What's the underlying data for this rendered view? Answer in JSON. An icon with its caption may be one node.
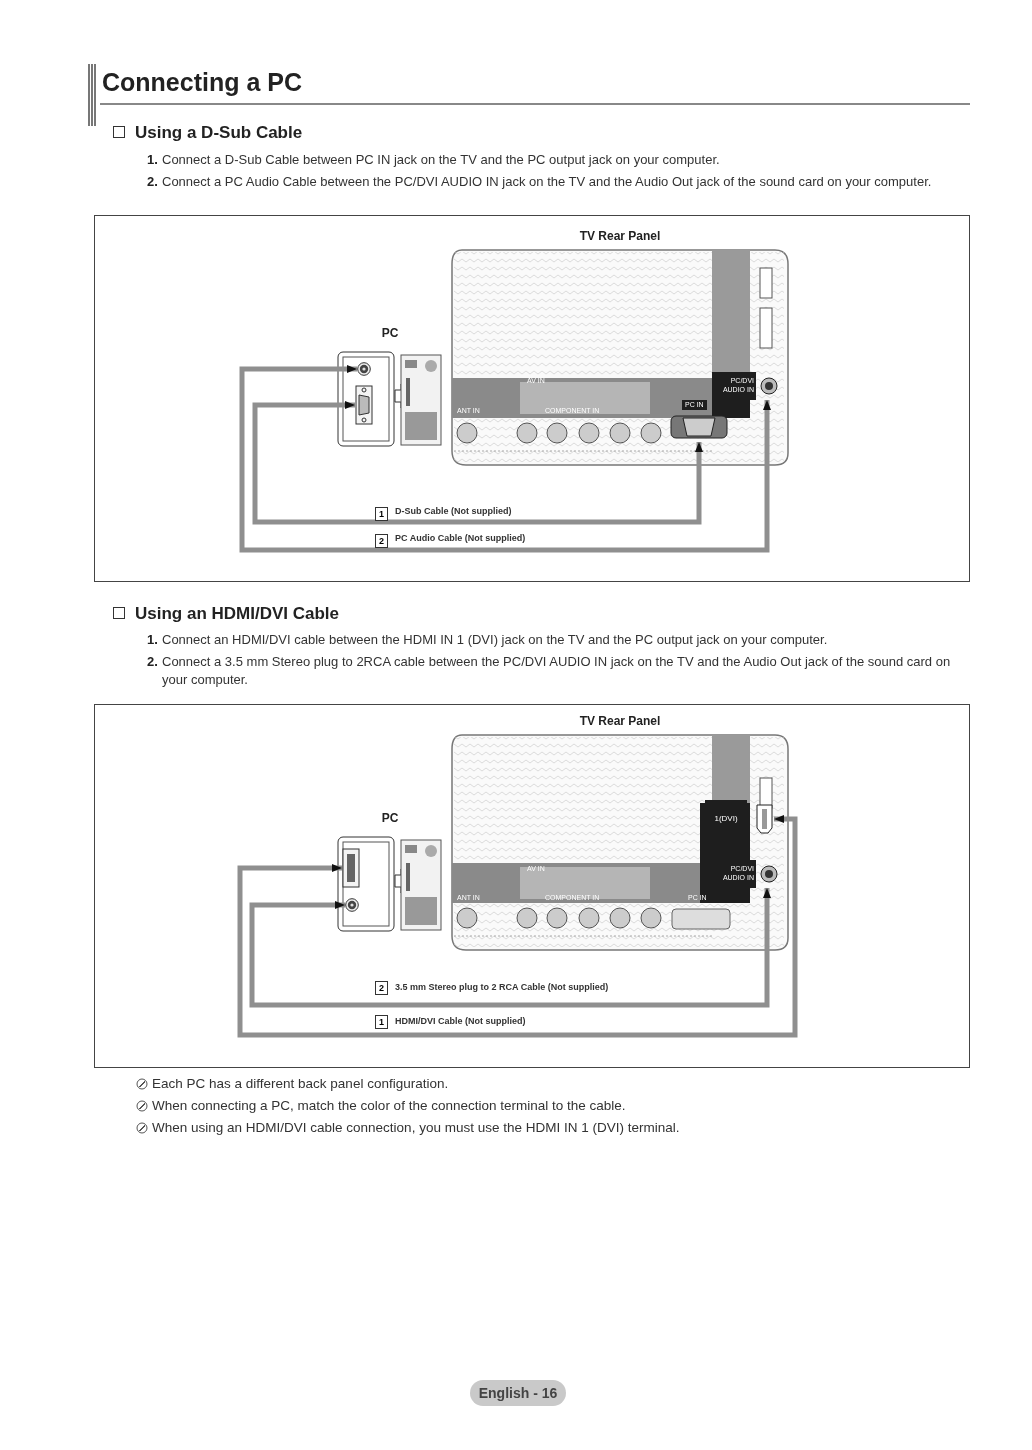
{
  "diagram": {
    "title": "Connecting a PC",
    "nodes": [
      {
        "text": [
          "PC"
        ]
      },
      {
        "text": [
          "TV Rear Panel"
        ]
      },
      {
        "text": [],
        "shape": "circle",
        "in": 0
      },
      {
        "text": [],
        "shape": "box",
        "in": 0
      },
      {
        "text": [
          "PC IN"
        ],
        "in": 1
      },
      {
        "text": [
          "PC/DVI AUDIO IN"
        ],
        "in": 1
      },
      {
        "text": [
          "PC"
        ]
      },
      {
        "text": [
          "TV Rear Panel"
        ]
      },
      {
        "text": [],
        "shape": "box",
        "in": 6
      },
      {
        "text": [],
        "shape": "circle",
        "in": 6
      },
      {
        "text": [
          "1(DVI)"
        ],
        "in": 7
      },
      {
        "text": [
          "PC/DVI AUDIO IN"
        ],
        "in": 7
      }
    ],
    "edges": [
      {
        "from": 3,
        "to": 4,
        "arrow": "both",
        "label": "D-Sub Cable (Not supplied)"
      },
      {
        "from": 2,
        "to": 5,
        "arrow": "both",
        "label": "PC Audio Cable (Not supplied)"
      },
      {
        "from": 8,
        "to": 10,
        "arrow": "both",
        "label": "HDMI/DVI Cable (Not supplied)"
      },
      {
        "from": 9,
        "to": 11,
        "arrow": "both",
        "label": "3.5 mm Stereo plug to 2 RCA Cable (Not supplied)"
      }
    ],
    "labels": [
      "Using a D-Sub Cable",
      "1.",
      "Connect a D-Sub Cable between PC IN jack on the TV and the PC output jack on your computer.",
      "2.",
      "Connect a PC Audio Cable between the PC/DVI AUDIO IN jack on the TV and the Audio Out jack of the sound card on your computer.",
      "AV IN",
      "COMPONENT IN",
      "ANT IN",
      "1",
      "2",
      "Using an HDMI/DVI Cable",
      "1.",
      "Connect an HDMI/DVI cable between the HDMI IN 1 (DVI) jack on the TV and the PC output jack on your computer.",
      "2.",
      "Connect a 3.5 mm Stereo plug to 2RCA cable between the PC/DVI AUDIO IN jack on the TV and the Audio Out jack of the sound card on your computer.",
      "AV IN",
      "COMPONENT IN",
      "ANT IN",
      "PC IN",
      "2",
      "1",
      "Each PC has a different back panel configuration.",
      "When connecting a PC, match the color of the connection terminal to the cable.",
      "When using an HDMI/DVI cable connection, you must use the HDMI IN 1 (DVI) terminal.",
      "English - 16"
    ]
  }
}
